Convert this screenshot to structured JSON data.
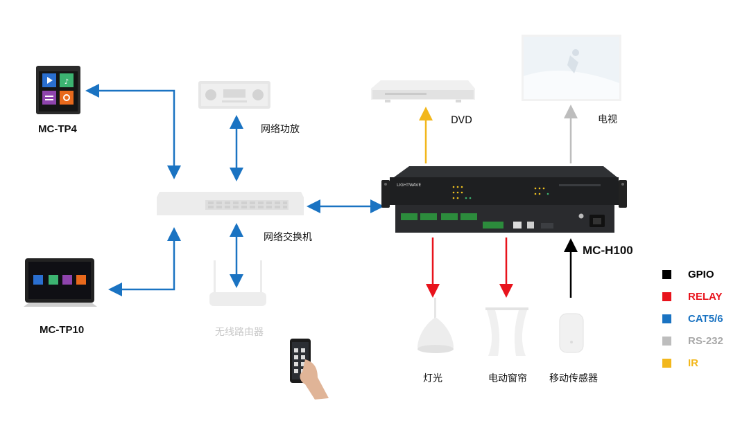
{
  "colors": {
    "cat": "#1a73c2",
    "relay": "#e8131c",
    "gpio": "#000000",
    "rs232": "#bdbdbd",
    "ir": "#f2b71c"
  },
  "devices": {
    "tp4": {
      "label": "MC-TP4"
    },
    "tp10": {
      "label": "MC-TP10"
    },
    "amplifier": {
      "label": "网络功放"
    },
    "switch": {
      "label": "网络交换机"
    },
    "router": {
      "label": "无线路由器"
    },
    "dvd": {
      "label": "DVD"
    },
    "tv": {
      "label": "电视"
    },
    "controller": {
      "label": "MC-H100"
    },
    "light": {
      "label": "灯光"
    },
    "curtain": {
      "label": "电动窗帘"
    },
    "sensor": {
      "label": "移动传感器"
    }
  },
  "legend": [
    {
      "label": "GPIO",
      "color": "#000000",
      "text_color": "#000000"
    },
    {
      "label": "RELAY",
      "color": "#e8131c",
      "text_color": "#e8131c"
    },
    {
      "label": "CAT5/6",
      "color": "#1a73c2",
      "text_color": "#1a73c2"
    },
    {
      "label": "RS-232",
      "color": "#bdbdbd",
      "text_color": "#a8a8a8"
    },
    {
      "label": "IR",
      "color": "#f2b71c",
      "text_color": "#f2b71c"
    }
  ]
}
